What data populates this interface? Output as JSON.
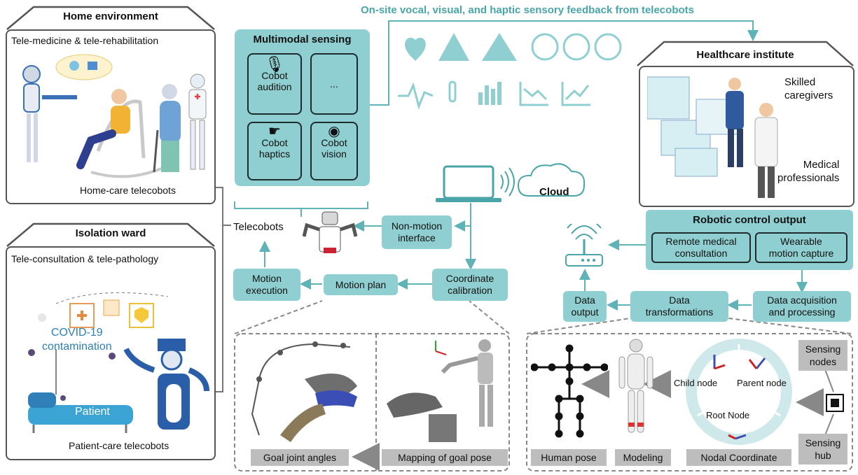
{
  "home": {
    "title": "Home environment",
    "subtitle": "Tele-medicine & tele-rehabilitation",
    "caption": "Home-care telecobots"
  },
  "isolation": {
    "title": "Isolation  ward",
    "subtitle": "Tele-consultation & tele-pathology",
    "covid": "COVID-19\ncontamination",
    "patient": "Patient",
    "caption": "Patient-care telecobots"
  },
  "sensing": {
    "title": "Multimodal sensing",
    "audition": "Cobot\naudition",
    "more": "...",
    "haptics": "Cobot\nhaptics",
    "vision": "Cobot\nvision"
  },
  "feedback_label": "On-site vocal, visual, and haptic sensory feedback from telecobots",
  "healthcare": {
    "title": "Healthcare  institute",
    "skilled": "Skilled\ncaregivers",
    "medical": "Medical\nprofessionals"
  },
  "control": {
    "title": "Robotic control output",
    "remote": "Remote medical\nconsultation",
    "wearable": "Wearable\nmotion capture"
  },
  "cloud": "Cloud",
  "telecobots": "Telecobots",
  "boxes": {
    "non_motion": "Non-motion\ninterface",
    "coordinate": "Coordinate\ncalibration",
    "motion_plan": "Motion plan",
    "motion_exec": "Motion\nexecution",
    "data_output": "Data\noutput",
    "data_transform": "Data\ntransformations",
    "data_acq": "Data acquisition\nand processing"
  },
  "bottom_left": {
    "goal_joint": "Goal joint angles",
    "mapping": "Mapping of goal pose"
  },
  "bottom_right": {
    "human_pose": "Human  pose",
    "modeling": "Modeling",
    "nodal": "Nodal Coordinate",
    "child": "Child node",
    "parent": "Parent node",
    "root": "Root Node",
    "sensing_nodes": "Sensing\nnodes",
    "sensing_hub": "Sensing\nhub"
  },
  "colors": {
    "teal": "#8fcfd1",
    "teal_dark": "#4aa5a8",
    "gray": "#bdbdbd",
    "outline": "#555555"
  }
}
